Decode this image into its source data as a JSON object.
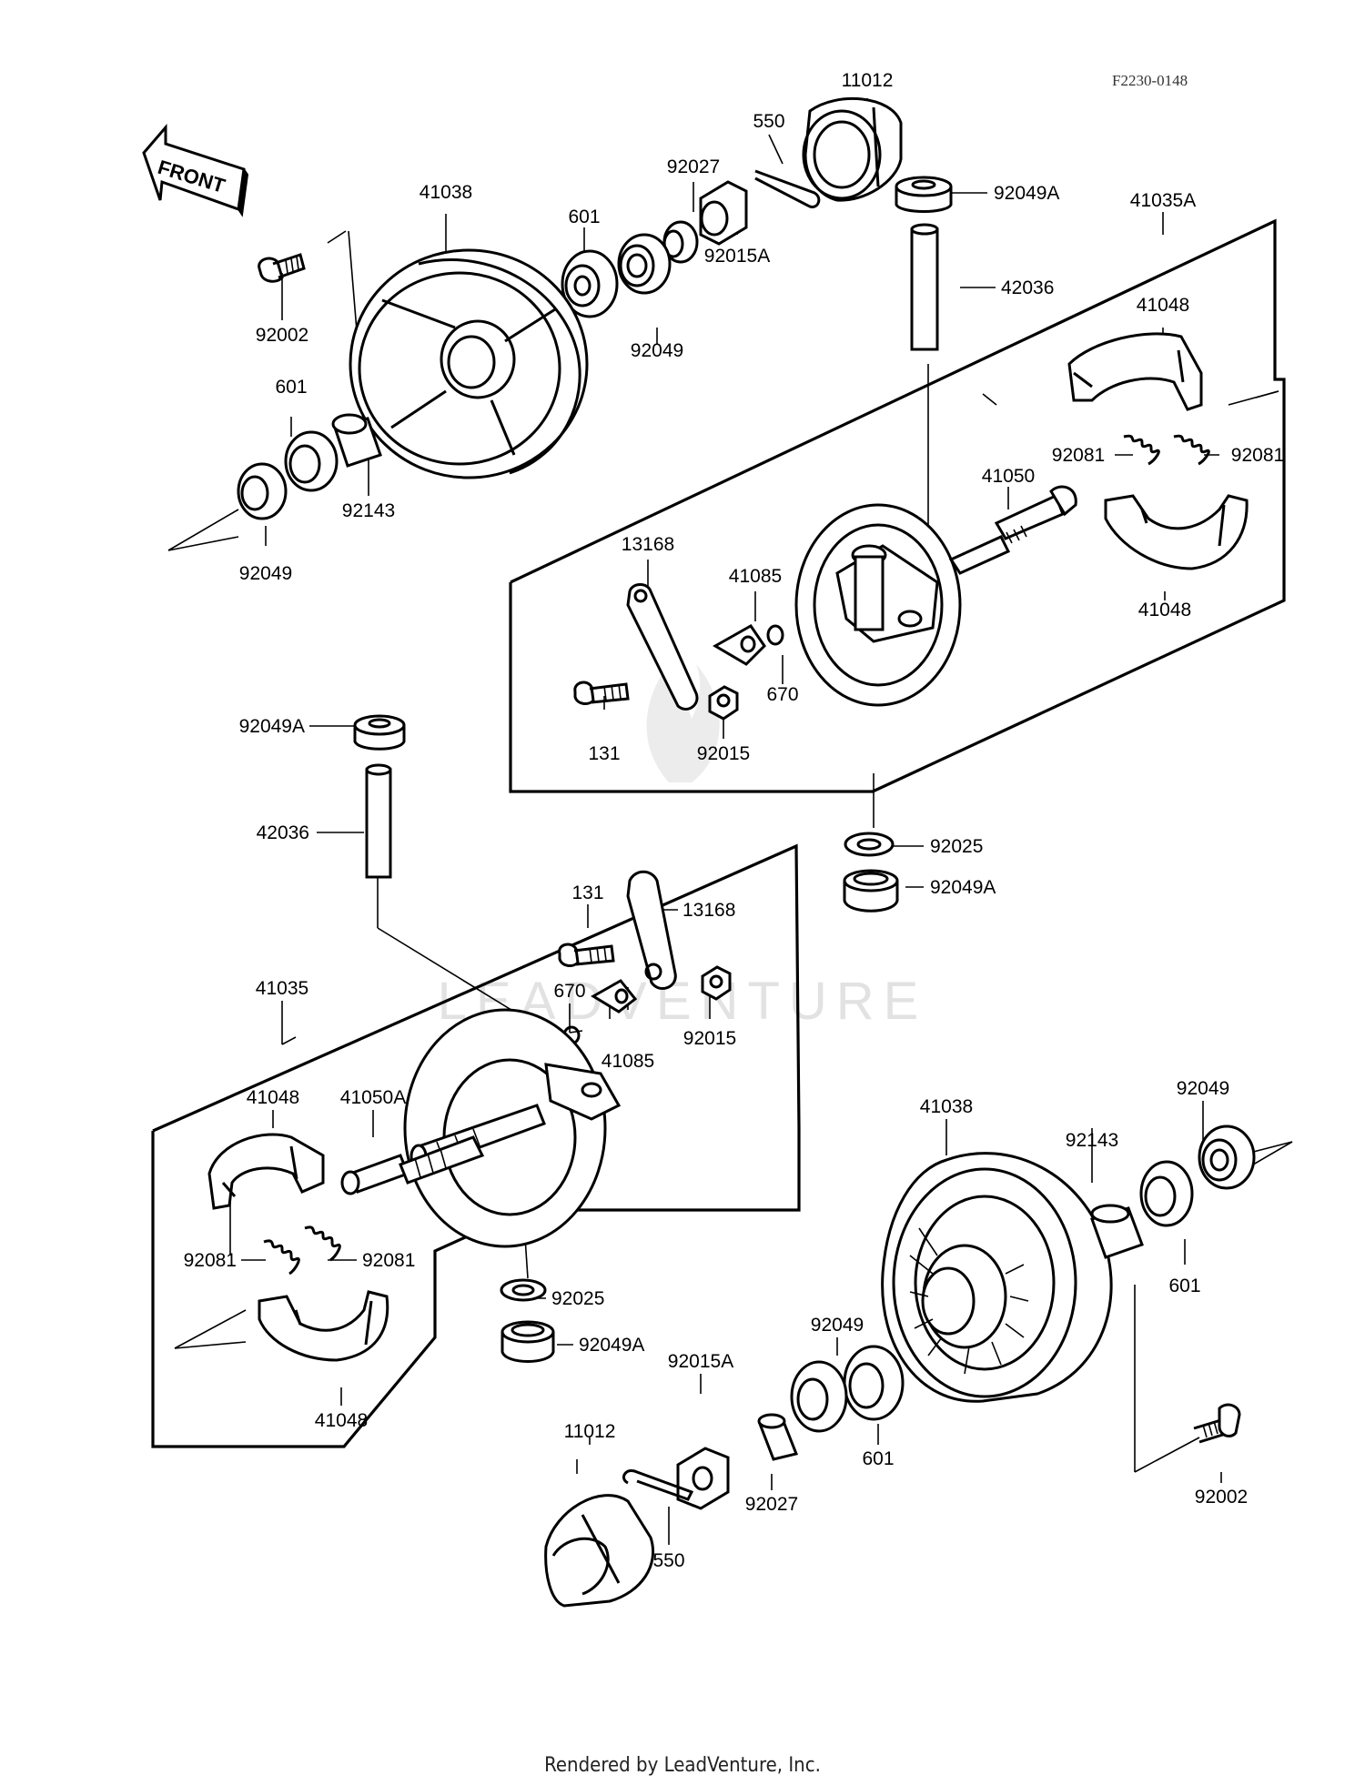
{
  "diagram_code": "F2230-0148",
  "front_arrow_label": "FRONT",
  "watermark": "LEADVENTURE",
  "footer": "Rendered by LeadVenture, Inc.",
  "callouts": [
    {
      "id": "top-11012",
      "text": "11012"
    },
    {
      "id": "top-550",
      "text": "550"
    },
    {
      "id": "top-92027",
      "text": "92027"
    },
    {
      "id": "top-92049A-cap",
      "text": "92049A"
    },
    {
      "id": "top-41038",
      "text": "41038"
    },
    {
      "id": "top-601-a",
      "text": "601"
    },
    {
      "id": "top-92015A",
      "text": "92015A"
    },
    {
      "id": "top-42036",
      "text": "42036"
    },
    {
      "id": "top-41035A",
      "text": "41035A"
    },
    {
      "id": "top-92002",
      "text": "92002"
    },
    {
      "id": "top-92049-a",
      "text": "92049"
    },
    {
      "id": "top-41048-a",
      "text": "41048"
    },
    {
      "id": "top-601-b",
      "text": "601"
    },
    {
      "id": "top-92081-a",
      "text": "92081"
    },
    {
      "id": "top-92081-b",
      "text": "92081"
    },
    {
      "id": "top-92143",
      "text": "92143"
    },
    {
      "id": "top-41050",
      "text": "41050"
    },
    {
      "id": "top-92049-b",
      "text": "92049"
    },
    {
      "id": "top-13168",
      "text": "13168"
    },
    {
      "id": "top-41085",
      "text": "41085"
    },
    {
      "id": "top-41048-b",
      "text": "41048"
    },
    {
      "id": "top-670",
      "text": "670"
    },
    {
      "id": "top-131",
      "text": "131"
    },
    {
      "id": "top-92015",
      "text": "92015"
    },
    {
      "id": "top-92025",
      "text": "92025"
    },
    {
      "id": "top-92049A-seal",
      "text": "92049A"
    },
    {
      "id": "mid-92049A",
      "text": "92049A"
    },
    {
      "id": "mid-42036",
      "text": "42036"
    },
    {
      "id": "bot-131",
      "text": "131"
    },
    {
      "id": "bot-13168",
      "text": "13168"
    },
    {
      "id": "bot-41035",
      "text": "41035"
    },
    {
      "id": "bot-670",
      "text": "670"
    },
    {
      "id": "bot-92015",
      "text": "92015"
    },
    {
      "id": "bot-41085",
      "text": "41085"
    },
    {
      "id": "bot-41048-a",
      "text": "41048"
    },
    {
      "id": "bot-41050A",
      "text": "41050A"
    },
    {
      "id": "bot-92049-a",
      "text": "92049"
    },
    {
      "id": "bot-41038",
      "text": "41038"
    },
    {
      "id": "bot-92143",
      "text": "92143"
    },
    {
      "id": "bot-92081-a",
      "text": "92081"
    },
    {
      "id": "bot-92081-b",
      "text": "92081"
    },
    {
      "id": "bot-601-a",
      "text": "601"
    },
    {
      "id": "bot-92025",
      "text": "92025"
    },
    {
      "id": "bot-92049-b",
      "text": "92049"
    },
    {
      "id": "bot-92049A",
      "text": "92049A"
    },
    {
      "id": "bot-92015A",
      "text": "92015A"
    },
    {
      "id": "bot-41048-b",
      "text": "41048"
    },
    {
      "id": "bot-601-b",
      "text": "601"
    },
    {
      "id": "bot-11012",
      "text": "11012"
    },
    {
      "id": "bot-92027",
      "text": "92027"
    },
    {
      "id": "bot-92002",
      "text": "92002"
    },
    {
      "id": "bot-550",
      "text": "550"
    }
  ]
}
